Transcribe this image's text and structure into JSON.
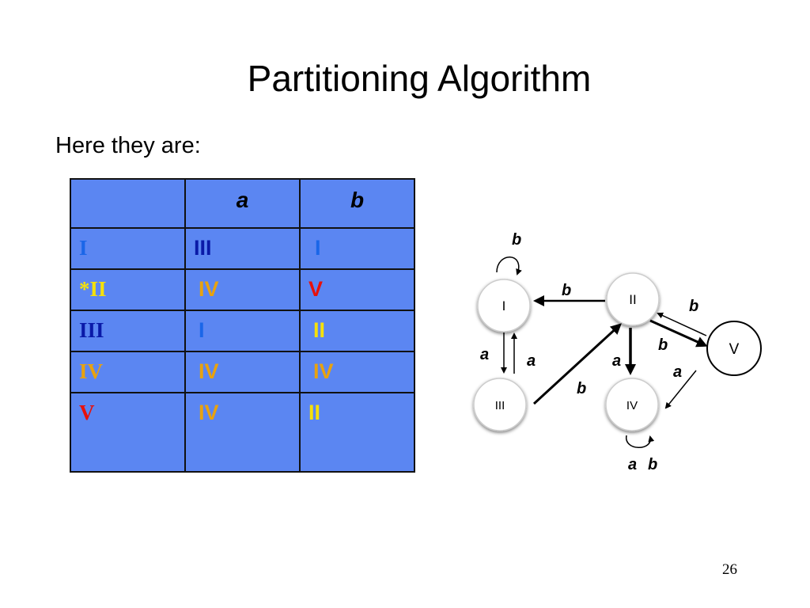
{
  "slide": {
    "title": "Partitioning Algorithm",
    "subtitle": "Here they are:",
    "page_number": "26"
  },
  "colors": {
    "table_bg": "#5b86f2",
    "blue": "#1a66e8",
    "dark_blue": "#0a1aa8",
    "yellow": "#f5e10a",
    "orange": "#e8a210",
    "red": "#e8100a"
  },
  "table": {
    "headers": [
      "",
      "a",
      "b"
    ],
    "rows": [
      {
        "state": "I",
        "a": "III",
        "b": "I"
      },
      {
        "state": "*II",
        "a": "IV",
        "b": "V"
      },
      {
        "state": "III",
        "a": "I",
        "b": "II"
      },
      {
        "state": "IV",
        "a": "IV",
        "b": "IV"
      },
      {
        "state": "V",
        "a": "IV",
        "b": "II"
      }
    ]
  },
  "diagram": {
    "nodes": [
      {
        "id": "I",
        "label": "I"
      },
      {
        "id": "II",
        "label": "II"
      },
      {
        "id": "III",
        "label": "III"
      },
      {
        "id": "IV",
        "label": "IV"
      },
      {
        "id": "V",
        "label": "V"
      }
    ],
    "edge_labels": {
      "I_self": "b",
      "II_to_I": "b",
      "II_to_V": "b",
      "V_to_II": "b",
      "I_to_III": "a",
      "III_to_I": "a",
      "II_to_IV": "a",
      "V_to_IV": "a",
      "III_to_II": "b",
      "IV_self_a": "a",
      "IV_self_b": "b"
    }
  }
}
